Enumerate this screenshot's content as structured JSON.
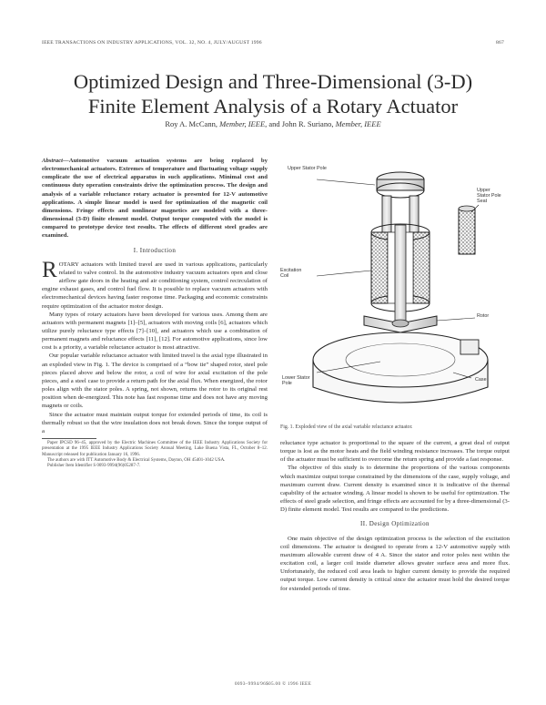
{
  "running_head": {
    "left": "IEEE TRANSACTIONS ON INDUSTRY APPLICATIONS, VOL. 32, NO. 4, JULY/AUGUST 1996",
    "right": "867"
  },
  "title_line1": "Optimized Design and Three-Dimensional (3-D)",
  "title_line2": "Finite Element Analysis of a Rotary Actuator",
  "authors": {
    "a1": "Roy A. McCann,",
    "a1_role": "Member, IEEE,",
    "and": "and John R. Suriano,",
    "a2_role": "Member, IEEE"
  },
  "abstract": {
    "lead": "Abstract—",
    "text": "Automotive vacuum actuation systems are being replaced by electromechanical actuators. Extremes of temperature and fluctuating voltage supply complicate the use of electrical apparatus in such applications. Minimal cost and continuous duty operation constraints drive the optimization process. The design and analysis of a variable reluctance rotary actuator is presented for 12-V automotive applications. A simple linear model is used for optimization of the magnetic coil dimensions. Fringe effects and nonlinear magnetics are modeled with a three-dimensional (3-D) finite element model. Output torque computed with the model is compared to prototype device test results. The effects of different steel grades are examined."
  },
  "intro": {
    "heading": "I. Introduction",
    "dropcap": "R",
    "p1": "OTARY actuators with limited travel are used in various applications, particularly related to valve control. In the automotive industry vacuum actuators open and close airflow gate doors in the heating and air conditioning system, control recirculation of engine exhaust gases, and control fuel flow. It is possible to replace vacuum actuators with electromechanical devices having faster response time. Packaging and economic constraints require optimization of the actuator motor design.",
    "p2": "Many types of rotary actuators have been developed for various uses. Among them are actuators with permanent magnets [1]–[5], actuators with moving coils [6], actuators which utilize purely reluctance type effects [7]–[10], and actuators which use a combination of permanent magnets and reluctance effects [11], [12]. For automotive applications, since low cost is a priority, a variable reluctance actuator is most attractive.",
    "p3": "Our popular variable reluctance actuator with limited travel is the axial type illustrated in an exploded view in Fig. 1. The device is comprised of a “bow tie” shaped rotor, steel pole pieces placed above and below the rotor, a coil of wire for axial excitation of the pole pieces, and a steel case to provide a return path for the axial flux. When energized, the rotor poles align with the stator poles. A spring, not shown, returns the rotor to its original rest position when de-energized. This note has fast response time and does not have any moving magnets or coils.",
    "p4": "Since the actuator must maintain output torque for extended periods of time, its coil is thermally robust so that the wire insulation does not break down. Since the torque output of a"
  },
  "footnote": {
    "f1": "Paper IPCSD 96–45, approved by the Electric Machines Committee of the IEEE Industry Applications Society for presentation at the 1995 IEEE Industry Applications Society Annual Meeting, Lake Buena Vista, FL, October 8–12. Manuscript released for publication January 16, 1996.",
    "f2": "The authors are with ITT Automotive Body & Electrical Systems, Dayton, OH 45401-1042 USA.",
    "f3": "Publisher Item Identifier S 0093-9994(96)05287-7."
  },
  "figure": {
    "caption": "Fig. 1.   Exploded view of the axial variable reluctance actuator.",
    "labels": {
      "upper_stator_pole": "Upper\nStator\nPole",
      "upper_stator_pole_seat": "Upper\nStator Pole\nSeat",
      "excitation_coil": "Excitation\nCoil",
      "rotor": "Rotor",
      "lower_stator_pole": "Lower Stator\nPole",
      "case": "Case"
    }
  },
  "right_col": {
    "p1": "reluctance type actuator is proportional to the square of the current, a great deal of output torque is lost as the motor heats and the field winding resistance increases. The torque output of the actuator must be sufficient to overcome the return spring and provide a fast response.",
    "p2": "The objective of this study is to determine the proportions of the various components which maximize output torque constrained by the dimensions of the case, supply voltage, and maximum current draw. Current density is examined since it is indicative of the thermal capability of the actuator winding. A linear model is shown to be useful for optimization. The effects of steel grade selection, and fringe effects are accounted for by a three-dimensional (3-D) finite element model. Test results are compared to the predictions.",
    "heading2": "II. Design Optimization",
    "p3": "One main objective of the design optimization process is the selection of the excitation coil dimensions. The actuator is designed to operate from a 12-V automotive supply with maximum allowable current draw of 4 A. Since the stator and rotor poles nest within the excitation coil, a larger coil inside diameter allows greater surface area and more flux. Unfortunately, the reduced coil area leads to higher current density to provide the required output torque. Low current density is critical since the actuator must hold the desired torque for extended periods of time."
  },
  "bottom_line": "0093–9994/96$05.00 © 1996 IEEE"
}
